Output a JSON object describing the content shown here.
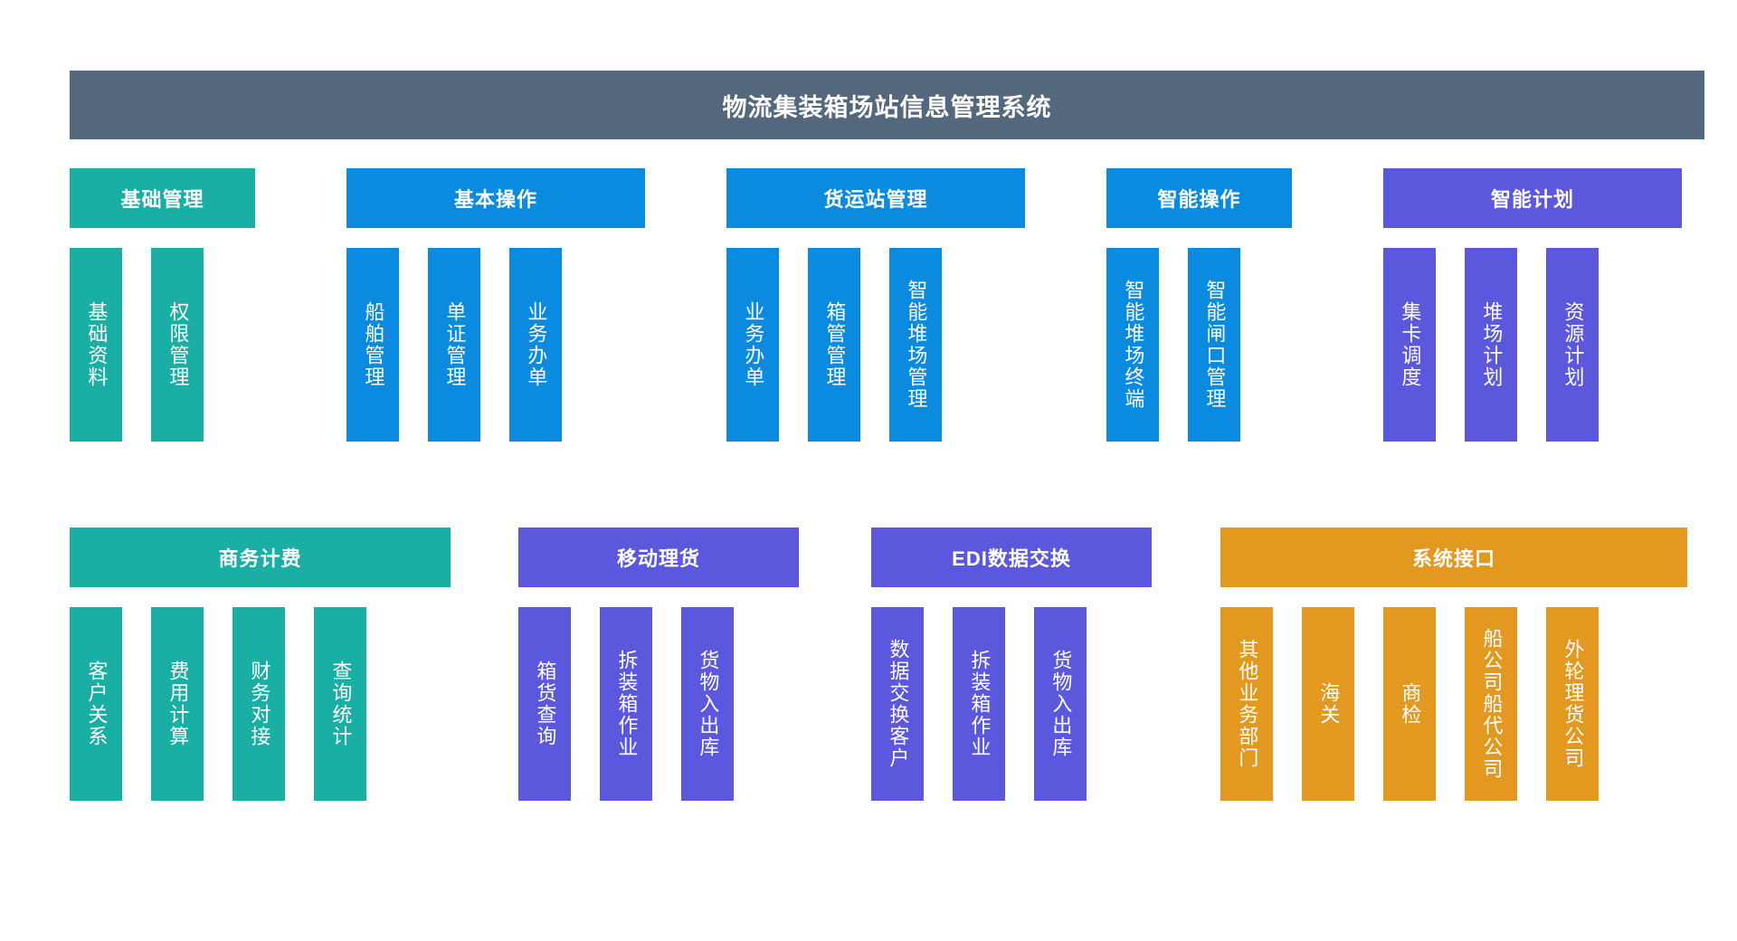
{
  "page": {
    "title": "物流集装箱场站信息管理系统",
    "background": "#FFFFFF"
  },
  "colors": {
    "title_bar": "#54687D",
    "teal": "#1AAFA4",
    "blue": "#0A8BE0",
    "purple": "#5B58DE",
    "orange": "#E3981F",
    "text_on_fill": "#FFFFFF"
  },
  "rows": [
    {
      "name": "row-1",
      "groups": [
        {
          "header": "基础管理",
          "color_key": "teal",
          "items": [
            "基础资料",
            "权限管理"
          ]
        },
        {
          "header": "基本操作",
          "color_key": "blue",
          "items": [
            "船舶管理",
            "单证管理",
            "业务办单"
          ]
        },
        {
          "header": "货运站管理",
          "color_key": "blue",
          "items": [
            "业务办单",
            "箱管管理",
            "智能堆场管理"
          ]
        },
        {
          "header": "智能操作",
          "color_key": "blue",
          "items": [
            "智能堆场终端",
            "智能闸口管理"
          ]
        },
        {
          "header": "智能计划",
          "color_key": "purple",
          "items": [
            "集卡调度",
            "堆场计划",
            "资源计划"
          ]
        }
      ]
    },
    {
      "name": "row-2",
      "groups": [
        {
          "header": "商务计费",
          "color_key": "teal",
          "items": [
            "客户关系",
            "费用计算",
            "财务对接",
            "查询统计"
          ]
        },
        {
          "header": "移动理货",
          "color_key": "purple",
          "items": [
            "箱货查询",
            "拆装箱作业",
            "货物入出库"
          ]
        },
        {
          "header": "EDI数据交换",
          "color_key": "purple",
          "items": [
            "数据交换客户",
            "拆装箱作业",
            "货物入出库"
          ]
        },
        {
          "header": "系统接口",
          "color_key": "orange",
          "items": [
            "其他业务部门",
            "海关",
            "商检",
            "船公司船代公司",
            "外轮理货公司"
          ]
        }
      ]
    }
  ],
  "layout": {
    "row1_group_left": [
      77,
      383,
      803,
      1223,
      1529
    ],
    "row1_group_width": [
      205,
      330,
      330,
      205,
      330
    ],
    "row2_group_left": [
      77,
      573,
      963,
      1349
    ],
    "row2_group_width": [
      421,
      310,
      310,
      516
    ]
  }
}
